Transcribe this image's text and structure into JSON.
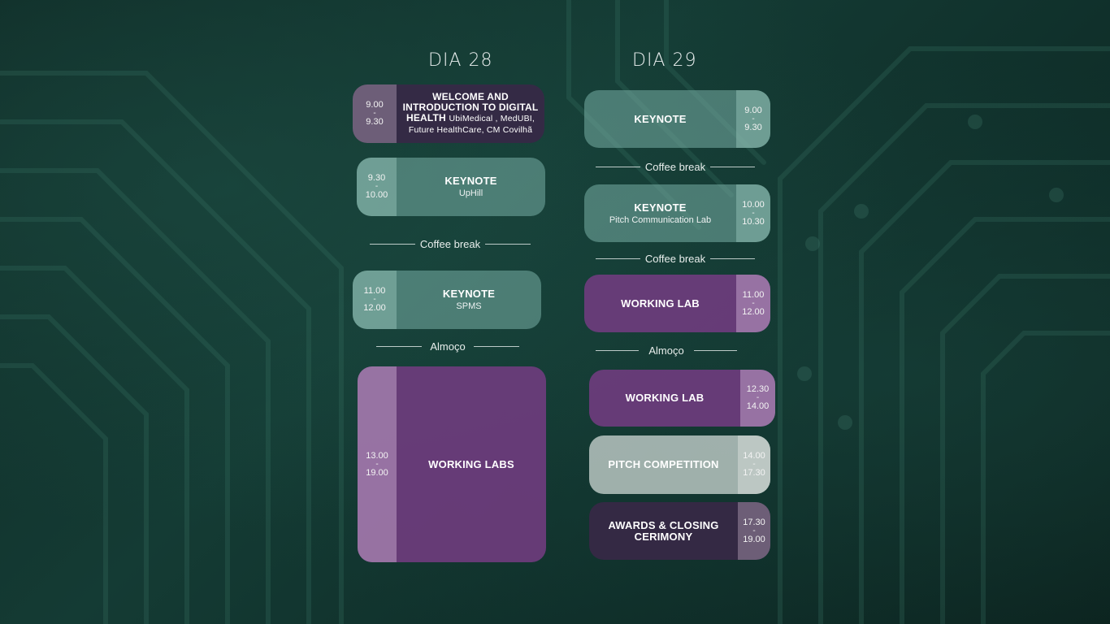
{
  "days": {
    "d28": {
      "title": "DIA 28",
      "s1": {
        "start": "9.00",
        "end": "9.30",
        "title": "WELCOME AND INTRODUCTION TO DIGITAL HEALTH",
        "sub": "UbiMedical , MedUBI, Future HealthCare, CM Covilhã"
      },
      "s2": {
        "start": "9.30",
        "end": "10.00",
        "title": "KEYNOTE",
        "sub": "UpHill"
      },
      "b1": "Coffee break",
      "s3": {
        "start": "11.00",
        "end": "12.00",
        "title": "KEYNOTE",
        "sub": "SPMS"
      },
      "b2": "Almoço",
      "s4": {
        "start": "13.00",
        "end": "19.00",
        "title": "WORKING LABS"
      }
    },
    "d29": {
      "title": "DIA 29",
      "s1": {
        "start": "9.00",
        "end": "9.30",
        "title": "KEYNOTE"
      },
      "b1": "Coffee break",
      "s2": {
        "start": "10.00",
        "end": "10.30",
        "title": "KEYNOTE",
        "sub": "Pitch Communication Lab"
      },
      "b2": "Coffee break",
      "s3": {
        "start": "11.00",
        "end": "12.00",
        "title": "WORKING LAB"
      },
      "b3": "Almoço",
      "s4": {
        "start": "12.30",
        "end": "14.00",
        "title": "WORKING LAB"
      },
      "s5": {
        "start": "14.00",
        "end": "17.30",
        "title": "PITCH COMPETITION"
      },
      "s6": {
        "start": "17.30",
        "end": "19.00",
        "title": "AWARDS & CLOSING CERIMONY"
      }
    }
  },
  "time_separator": "-",
  "colors": {
    "background": "#143b34",
    "teal_card": "#78afa5",
    "purple_card": "#6e3c7d",
    "dark_card": "#372846",
    "grey_card": "#afbeb9"
  }
}
